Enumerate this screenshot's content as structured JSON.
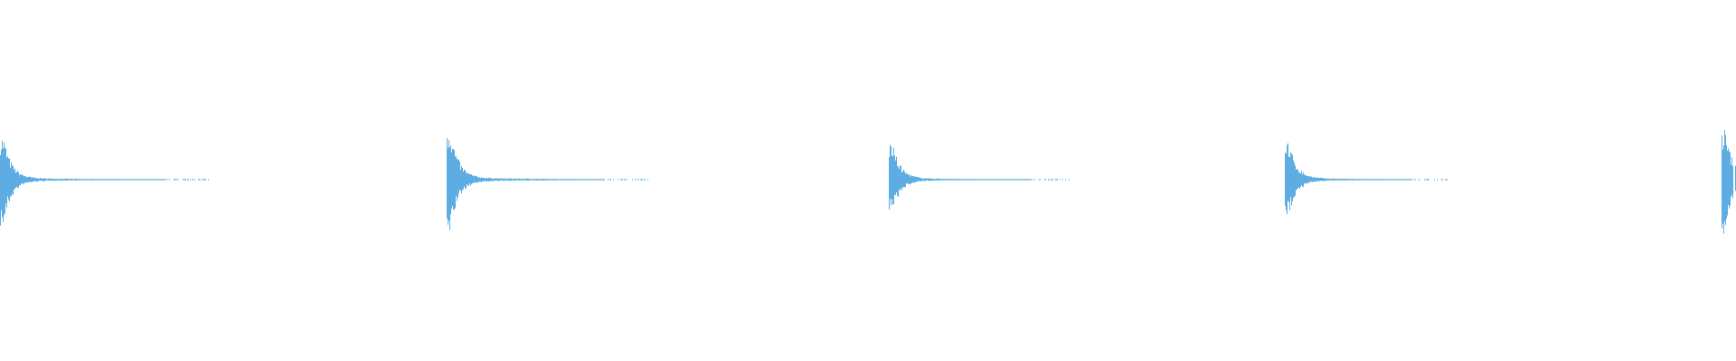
{
  "waveform": {
    "color": "#5dade2",
    "background": "#ffffff",
    "hits": [
      {
        "amp_up": 0.82,
        "amp_down": 0.88
      },
      {
        "amp_up": 1.0,
        "amp_down": 1.0
      },
      {
        "amp_up": 0.7,
        "amp_down": 0.65
      },
      {
        "amp_up": 0.75,
        "amp_down": 0.7
      },
      {
        "amp_up": 0.95,
        "amp_down": 1.0
      }
    ]
  }
}
